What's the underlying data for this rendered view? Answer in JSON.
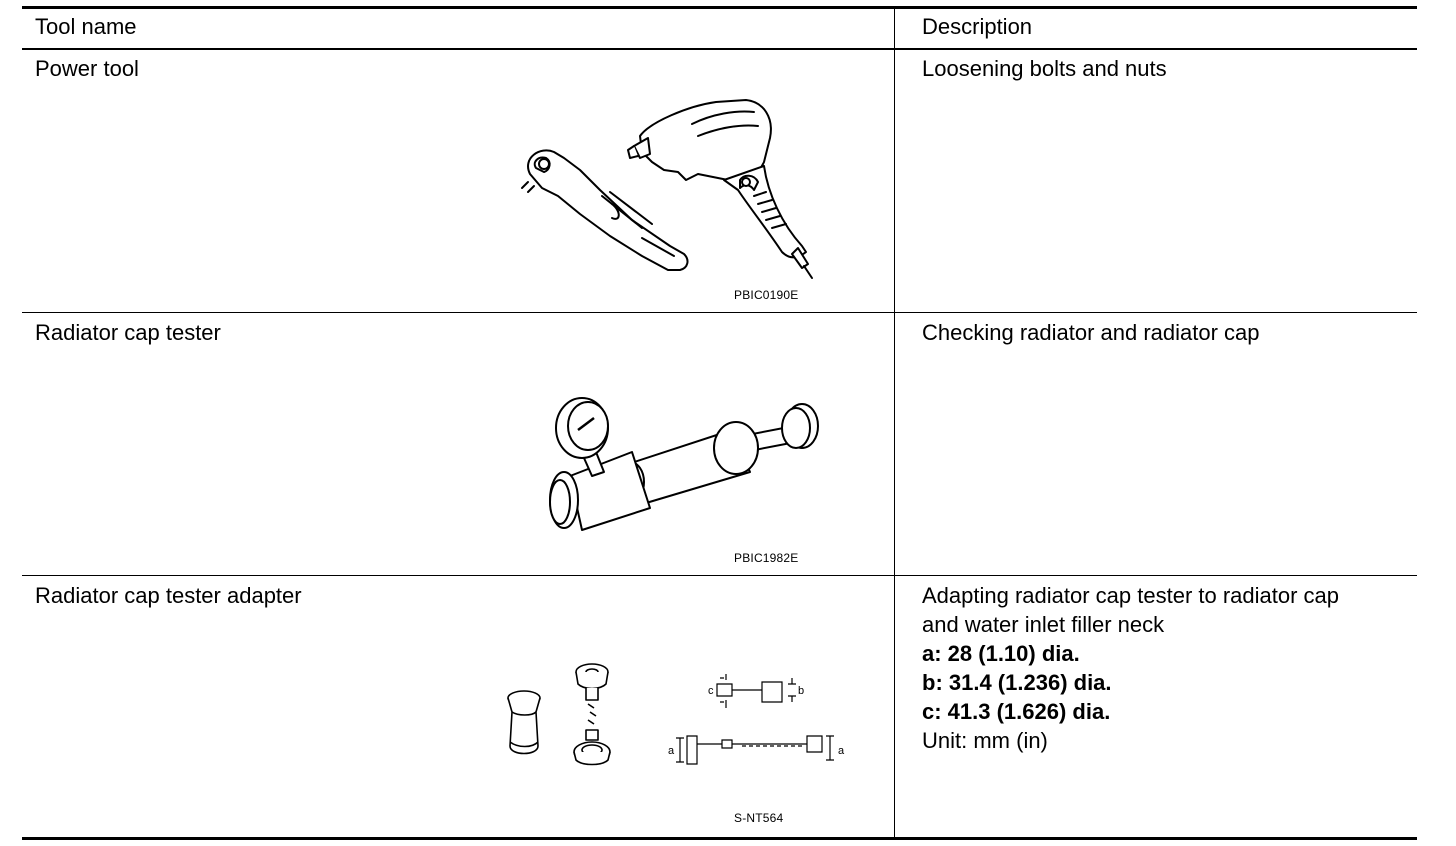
{
  "header": {
    "col1": "Tool name",
    "col2": "Description"
  },
  "rows": [
    {
      "name": "Power tool",
      "description": [
        "Loosening bolts and nuts"
      ],
      "figure_code": "PBIC0190E"
    },
    {
      "name": "Radiator cap tester",
      "description": [
        "Checking radiator and radiator cap"
      ],
      "figure_code": "PBIC1982E"
    },
    {
      "name": "Radiator cap tester adapter",
      "description": [
        "Adapting radiator cap tester to radiator cap",
        "and water inlet filler neck"
      ],
      "specs": [
        "a: 28 (1.10) dia.",
        "b: 31.4 (1.236) dia.",
        "c: 41.3 (1.626) dia."
      ],
      "unit": "Unit: mm (in)",
      "figure_code": "S-NT564",
      "figure_labels": {
        "a": "a",
        "b": "b",
        "c": "c"
      }
    }
  ]
}
